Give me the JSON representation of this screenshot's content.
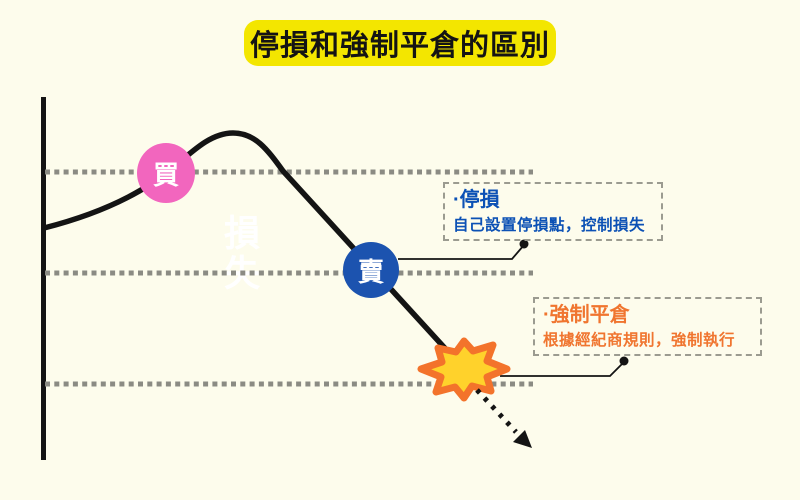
{
  "title": "停損和強制平倉的區別",
  "diagram": {
    "buy_marker": "買",
    "sell_marker": "賣",
    "loss_watermark": "損失",
    "icons": {
      "explosion": "burst-explosion-icon",
      "arrow": "dotted-down-right-arrow-icon"
    }
  },
  "callouts": {
    "stop_loss": {
      "bullet_title": "·停損",
      "description": "自己設置停損點，控制損失"
    },
    "forced_liquidation": {
      "bullet_title": "·強制平倉",
      "description": "根據經紀商規則，強制執行"
    }
  },
  "colors": {
    "background": "#FDFCEC",
    "title-bg": "#F3E600",
    "title-text": "#141414",
    "buy-pink": "#F266BE",
    "sell-blue": "#1C53AF",
    "stoploss-blue": "#0C51B5",
    "liquidation-orange": "#F0752F",
    "explosion-fill": "#FFD22B",
    "explosion-stroke": "#F3732B",
    "dotted-line": "#8B8B83",
    "callout-border": "#9B9B90",
    "line-black": "#141414",
    "watermark-white": "#FFFFFF"
  }
}
